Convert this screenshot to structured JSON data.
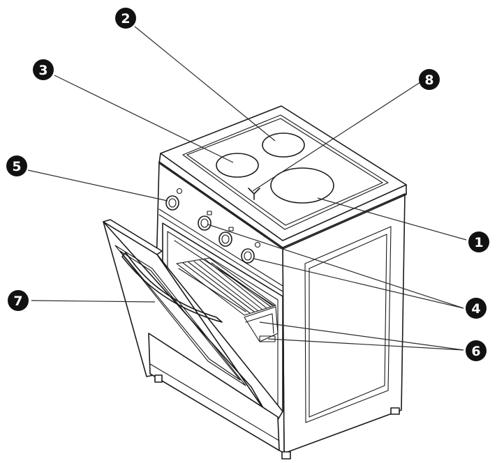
{
  "callouts": [
    {
      "id": "1",
      "label": "1"
    },
    {
      "id": "2",
      "label": "2"
    },
    {
      "id": "3",
      "label": "3"
    },
    {
      "id": "4",
      "label": "4"
    },
    {
      "id": "5",
      "label": "5"
    },
    {
      "id": "6",
      "label": "6"
    },
    {
      "id": "7",
      "label": "7"
    },
    {
      "id": "8",
      "label": "8"
    }
  ],
  "colors": {
    "ink": "#1a1a1a",
    "badge": "#111111",
    "background": "#ffffff"
  }
}
